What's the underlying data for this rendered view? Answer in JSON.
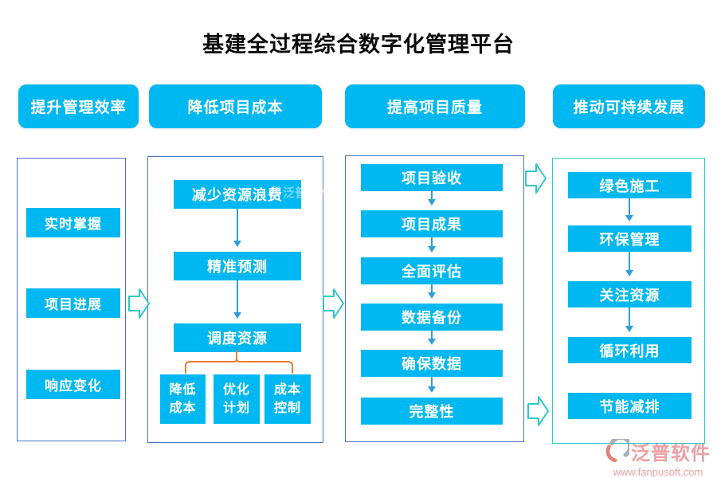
{
  "title": "基建全过程综合数字化管理平台",
  "columns": [
    {
      "header": "提升管理效率",
      "items": [
        "实时掌握",
        "项目进展",
        "响应变化"
      ]
    },
    {
      "header": "降低项目成本",
      "flow": [
        "减少资源浪费",
        "精准预测",
        "调度资源"
      ],
      "branches": [
        "降低成本",
        "优化计划",
        "成本控制"
      ]
    },
    {
      "header": "提高项目质量",
      "flow": [
        "项目验收",
        "项目成果",
        "全面评估",
        "数据备份",
        "确保数据",
        "完整性"
      ]
    },
    {
      "header": "推动可持续发展",
      "flow": [
        "绿色施工",
        "环保管理",
        "关注资源",
        "循环利用",
        "节能减排"
      ]
    }
  ],
  "watermark": {
    "brand": "泛普软件",
    "url": "www.fanpusoft.com"
  },
  "colors": {
    "button": "#00b8f1",
    "panelBorder": "#4a74c8",
    "panel4Border": "#2ec9c9",
    "flowArrow": "#2da0dc",
    "branchLine": "#ed7d31",
    "hollowArrow": "#2ec9c4",
    "brand": "#ec8f93"
  }
}
